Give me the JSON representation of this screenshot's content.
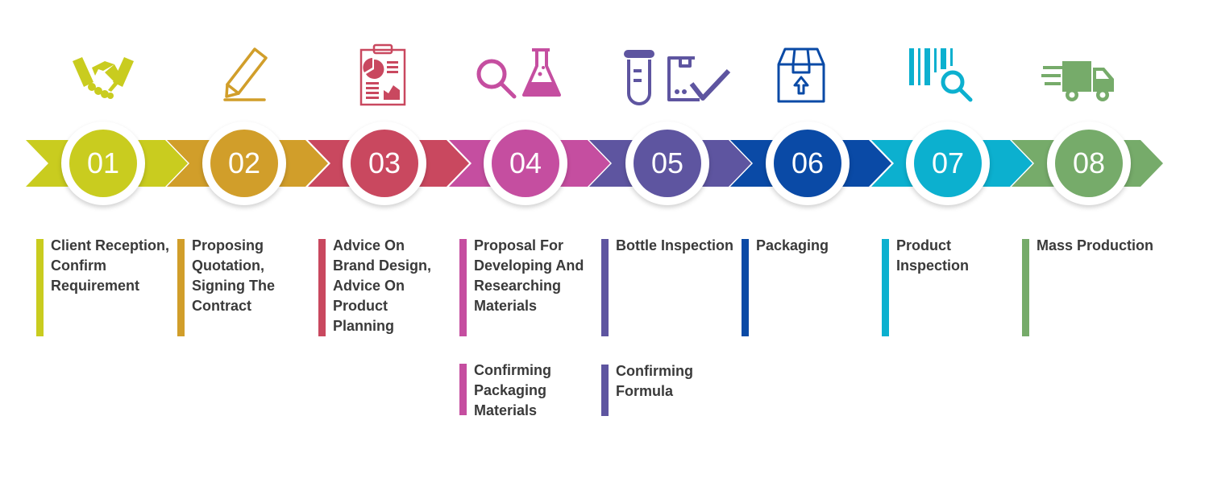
{
  "steps": [
    {
      "number": "01",
      "color": "#c9cc1f",
      "icon": "handshake-icon",
      "labels": [
        "Client Reception, Confirm Requirement"
      ]
    },
    {
      "number": "02",
      "color": "#d19e2a",
      "icon": "pencil-icon",
      "labels": [
        "Proposing Quotation, Signing The Contract"
      ]
    },
    {
      "number": "03",
      "color": "#c9485f",
      "icon": "clipboard-report-icon",
      "labels": [
        "Advice On Brand Design, Advice On Product Planning"
      ]
    },
    {
      "number": "04",
      "color": "#c54ea0",
      "icon": "search-flask-icon",
      "labels": [
        "Proposal For Developing And Researching Materials",
        "Confirming Packaging Materials"
      ]
    },
    {
      "number": "05",
      "color": "#5e55a0",
      "icon": "test-tube-box-check-icon",
      "labels": [
        "Bottle Inspection",
        "Confirming Formula"
      ]
    },
    {
      "number": "06",
      "color": "#0a4aa6",
      "icon": "package-box-icon",
      "labels": [
        "Packaging"
      ]
    },
    {
      "number": "07",
      "color": "#0cb0cf",
      "icon": "barcode-search-icon",
      "labels": [
        "Product Inspection"
      ]
    },
    {
      "number": "08",
      "color": "#76ab6a",
      "icon": "delivery-truck-icon",
      "labels": [
        "Mass Production"
      ]
    }
  ]
}
